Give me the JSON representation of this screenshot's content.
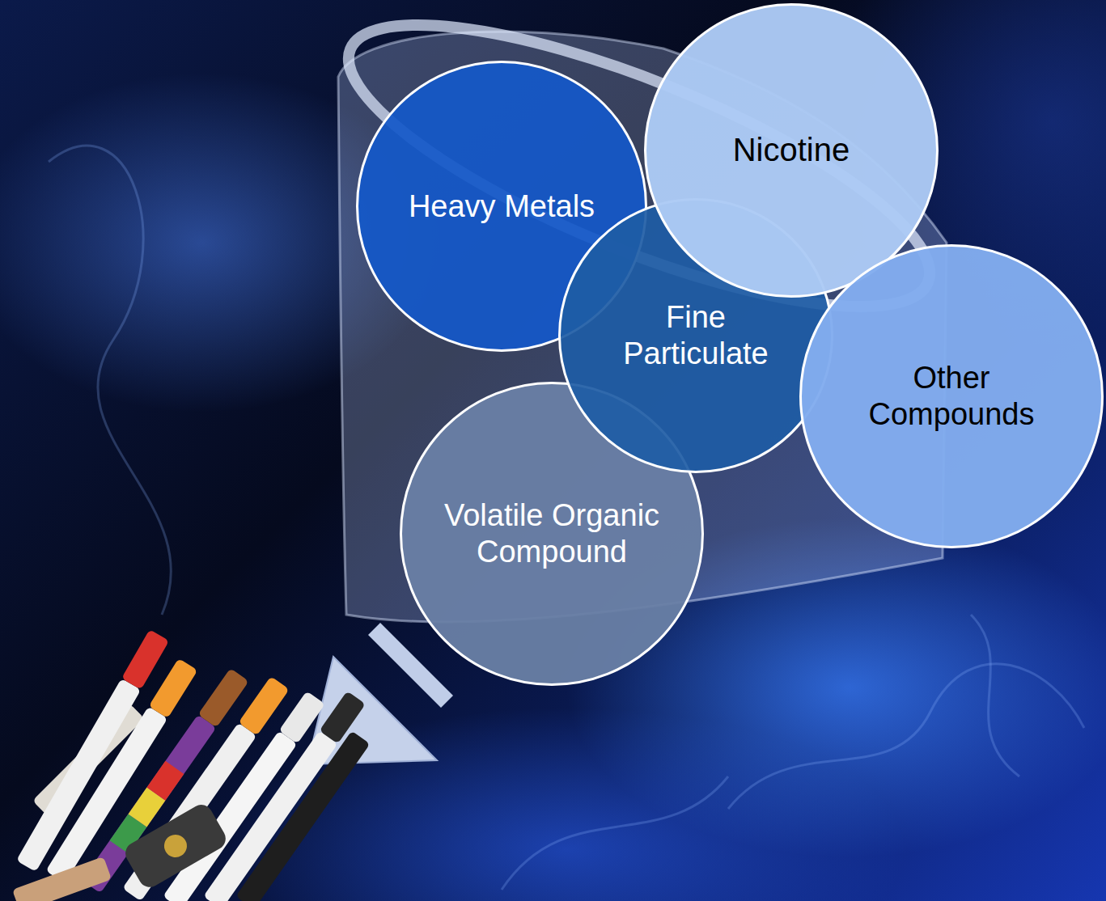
{
  "diagram": {
    "nodes": [
      {
        "text": [
          "Heavy Metals"
        ]
      },
      {
        "text": [
          "Nicotine"
        ]
      },
      {
        "text": [
          "Fine Particulate"
        ]
      },
      {
        "text": [
          "Other Compounds"
        ]
      },
      {
        "text": [
          "Volatile Organic Compound"
        ]
      }
    ]
  }
}
